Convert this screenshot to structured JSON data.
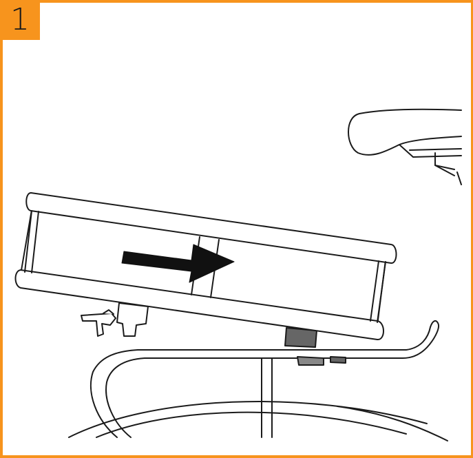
{
  "step": {
    "number": "1"
  },
  "colors": {
    "accent": "#f7941d",
    "line": "#1a1a1a",
    "arrow": "#111111"
  },
  "illustration": {
    "icon": "slide-box-onto-rear-rack",
    "arrow_direction": "right"
  }
}
